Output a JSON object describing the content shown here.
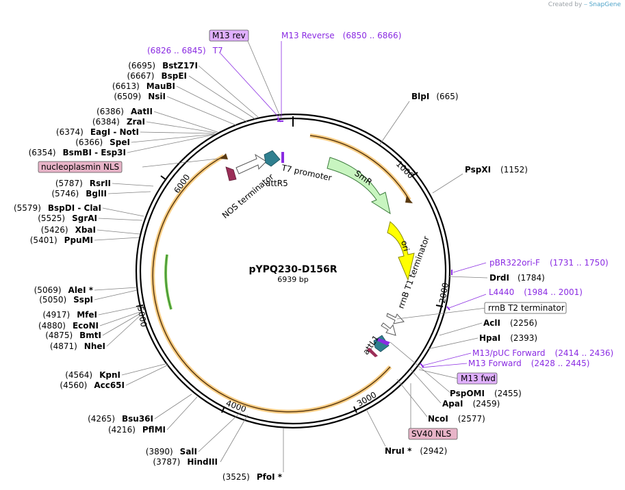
{
  "header": {
    "credit_prefix": "Created by",
    "credit_brand": "SnapGene"
  },
  "plasmid": {
    "name": "pYPQ230-D156R",
    "size_label": "6939 bp",
    "length": 6939
  },
  "ticks": [
    "1000",
    "2000",
    "3000",
    "4000",
    "5000",
    "6000"
  ],
  "colors": {
    "ring": "#000000",
    "orange_arrow": "#f5a623",
    "smr": "#c8f5c0",
    "ori": "#ffff00",
    "teal": "#2f7f8f",
    "primer": "#8a2be2",
    "box_pink": "#e8b4c8",
    "box_violet": "#e0b0ff"
  },
  "feature_labels": {
    "smr": "SmR",
    "ori": "ori",
    "t7_promoter": "T7 promoter",
    "nos_terminator": "NOS terminator",
    "attr5": "attR5",
    "rrnb_t1": "rrnB T1 terminator",
    "attl1": "attL1"
  },
  "right_labels": [
    {
      "name": "BlpI",
      "pos": "(665)",
      "kind": "enzyme"
    },
    {
      "name": "PspXI",
      "pos": "(1152)",
      "kind": "enzyme"
    },
    {
      "name": "pBR322ori-F",
      "pos": "(1731 .. 1750)",
      "kind": "primer"
    },
    {
      "name": "DrdI",
      "pos": "(1784)",
      "kind": "enzyme"
    },
    {
      "name": "L4440",
      "pos": "(1984 .. 2001)",
      "kind": "primer"
    },
    {
      "name": "rrnB T2 terminator",
      "pos": "",
      "kind": "boxed_white"
    },
    {
      "name": "AclI",
      "pos": "(2256)",
      "kind": "enzyme"
    },
    {
      "name": "HpaI",
      "pos": "(2393)",
      "kind": "enzyme"
    },
    {
      "name": "M13/pUC Forward",
      "pos": "(2414 .. 2436)",
      "kind": "primer"
    },
    {
      "name": "M13 Forward",
      "pos": "(2428 .. 2445)",
      "kind": "primer"
    },
    {
      "name": "M13 fwd",
      "pos": "",
      "kind": "boxed_violet"
    },
    {
      "name": "PspOMI",
      "pos": "(2455)",
      "kind": "enzyme"
    },
    {
      "name": "ApaI",
      "pos": "(2459)",
      "kind": "enzyme"
    },
    {
      "name": "NcoI",
      "pos": "(2577)",
      "kind": "enzyme"
    },
    {
      "name": "SV40 NLS",
      "pos": "",
      "kind": "boxed_pink"
    },
    {
      "name": "NruI *",
      "pos": "(2942)",
      "kind": "enzyme"
    }
  ],
  "left_labels": [
    {
      "name": "BstZ17I",
      "pos": "(6695)"
    },
    {
      "name": "BspEI",
      "pos": "(6667)"
    },
    {
      "name": "MauBI",
      "pos": "(6613)"
    },
    {
      "name": "NsiI",
      "pos": "(6509)"
    },
    {
      "name": "AatII",
      "pos": "(6386)"
    },
    {
      "name": "ZraI",
      "pos": "(6384)"
    },
    {
      "name": "EagI  -  NotI",
      "pos": "(6374)"
    },
    {
      "name": "SpeI",
      "pos": "(6366)"
    },
    {
      "name": "BsmBI  -  Esp3I",
      "pos": "(6354)"
    },
    {
      "name": "RsrII",
      "pos": "(5787)"
    },
    {
      "name": "BglII",
      "pos": "(5746)"
    },
    {
      "name": "BspDI  -  ClaI",
      "pos": "(5579)"
    },
    {
      "name": "SgrAI",
      "pos": "(5525)"
    },
    {
      "name": "XbaI",
      "pos": "(5426)"
    },
    {
      "name": "PpuMI",
      "pos": "(5401)"
    },
    {
      "name": "AleI *",
      "pos": "(5069)"
    },
    {
      "name": "SspI",
      "pos": "(5050)"
    },
    {
      "name": "MfeI",
      "pos": "(4917)"
    },
    {
      "name": "EcoNI",
      "pos": "(4880)"
    },
    {
      "name": "BmtI",
      "pos": "(4875)"
    },
    {
      "name": "NheI",
      "pos": "(4871)"
    },
    {
      "name": "KpnI",
      "pos": "(4564)"
    },
    {
      "name": "Acc65I",
      "pos": "(4560)"
    },
    {
      "name": "Bsu36I",
      "pos": "(4265)"
    },
    {
      "name": "PflMI",
      "pos": "(4216)"
    },
    {
      "name": "SalI",
      "pos": "(3890)"
    },
    {
      "name": "HindIII",
      "pos": "(3787)"
    },
    {
      "name": "PfoI *",
      "pos": "(3525)"
    }
  ],
  "top_labels": {
    "m13rev_box": "M13 rev",
    "m13_reverse": "M13 Reverse",
    "m13_reverse_pos": "(6850 .. 6866)",
    "t7": "T7",
    "t7_pos": "(6826 .. 6845)",
    "nucleoplasmin": "nucleoplasmin NLS"
  }
}
